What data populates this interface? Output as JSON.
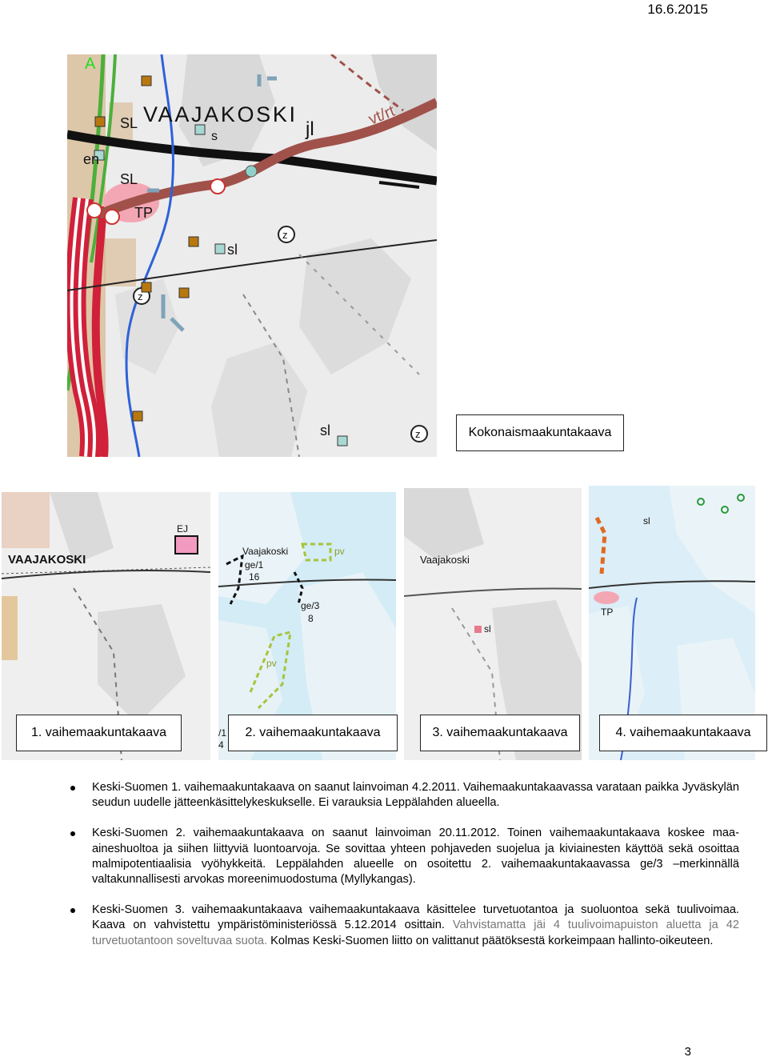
{
  "header": {
    "date": "16.6.2015"
  },
  "footer": {
    "page_number": "3"
  },
  "main_map": {
    "caption": "Kokonaismaakuntakaava",
    "labels": {
      "a": "A",
      "town": "VAAJAKOSKI",
      "sl1": "SL",
      "sl2": "SL",
      "en": "en",
      "s": "s",
      "jl": "jl",
      "vtrt": "vt/rt",
      "tp": "TP",
      "sl_small": "sl",
      "sl_bottom": "sl",
      "z1": "z",
      "z2": "z",
      "z3": "z"
    }
  },
  "small_maps": [
    {
      "caption": "1. vaihemaakuntakaava",
      "labels": {
        "town": "VAAJAKOSKI",
        "ej": "EJ"
      }
    },
    {
      "caption": "2. vaihemaakuntakaava",
      "labels": {
        "town": "Vaajakoski",
        "ge1": "ge/1",
        "n16": "16",
        "pv1": "pv",
        "ge3": "ge/3",
        "n8": "8",
        "pv2": "pv",
        "g1": "/1",
        "n4": "4"
      }
    },
    {
      "caption": "3. vaihemaakuntakaava",
      "labels": {
        "town": "Vaajakoski",
        "sl": "sl"
      }
    },
    {
      "caption": "4. vaihemaakuntakaava",
      "labels": {
        "sl": "sl",
        "tp": "TP"
      }
    }
  ],
  "bullets": [
    {
      "text": "Keski-Suomen 1. vaihemaakuntakaava on saanut lainvoiman 4.2.2011. Vaihemaakuntakaavassa varataan paikka Jyväskylän seudun uudelle jätteenkäsittelykeskukselle. Ei varauksia Leppälahden alueella."
    },
    {
      "text": "Keski-Suomen 2. vaihemaakuntakaava on saanut lainvoiman 20.11.2012. Toinen vaihemaakuntakaava koskee maa-aineshuoltoa ja siihen liittyviä luontoarvoja. Se sovittaa yhteen pohjaveden suojelua ja kiviainesten käyttöä sekä osoittaa malmipotentiaalisia vyöhykkeitä. Leppälahden alueelle on osoitettu 2. vaihemaakuntakaavassa ge/3 –merkinnällä valtakunnallisesti arvokas moreenimuodostuma (Myllykangas)."
    },
    {
      "text": "Keski-Suomen 3. vaihemaakuntakaava vaihemaakuntakaava käsittelee turvetuotantoa ja suoluontoa sekä tuulivoimaa. Kaava on vahvistettu ympäristöministeriössä 5.12.2014 osittain.",
      "grey": "Vahvistamatta jäi 4 tuulivoimapuiston aluetta ja 42 turvetuotantoon soveltuvaa suota.",
      "tail": "Kolmas Keski-Suomen liitto on valittanut päätöksestä korkeimpaan hallinto-oikeuteen."
    }
  ]
}
